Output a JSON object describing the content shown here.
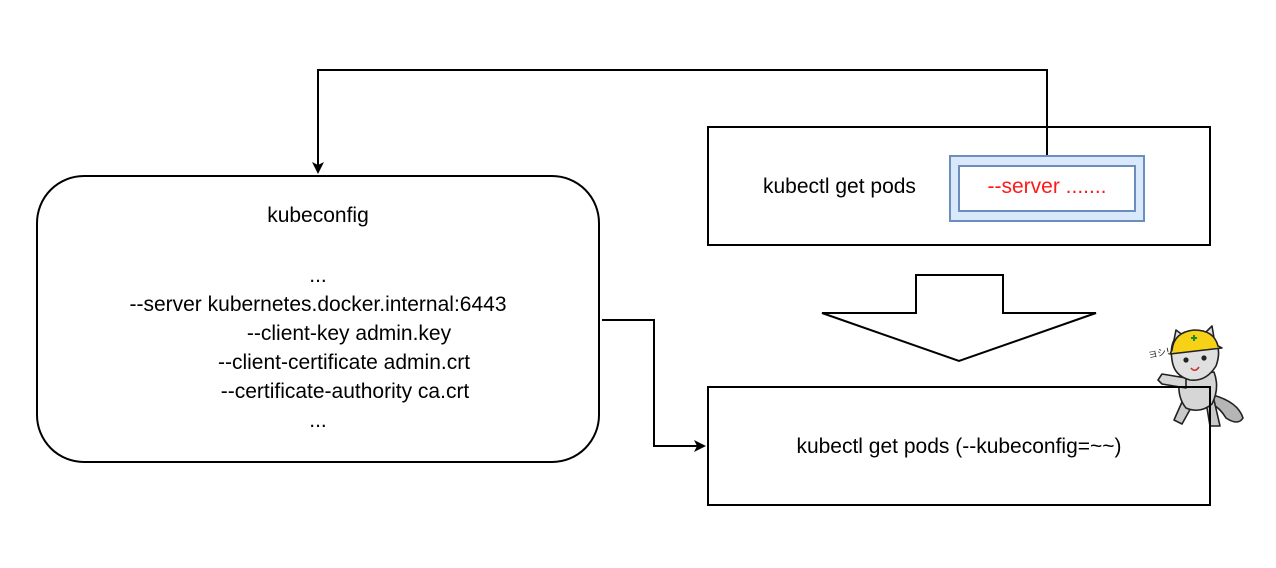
{
  "kubeconfig": {
    "title": "kubeconfig",
    "lines": [
      "...",
      "--server kubernetes.docker.internal:6443",
      "--client-key admin.key",
      "--client-certificate admin.crt",
      "--certificate-authority ca.crt",
      "..."
    ]
  },
  "command_top": {
    "text": "kubectl get pods",
    "flag": "--server ......."
  },
  "command_bottom": {
    "text": "kubectl get pods (--kubeconfig=~~)"
  },
  "mascot": {
    "caption": "ヨシ!",
    "icon": "cat-hardhat-pointing-icon"
  },
  "colors": {
    "flag_text": "#ff1a1a",
    "flag_fill": "#dae8fc",
    "flag_border": "#6c8ebf"
  }
}
